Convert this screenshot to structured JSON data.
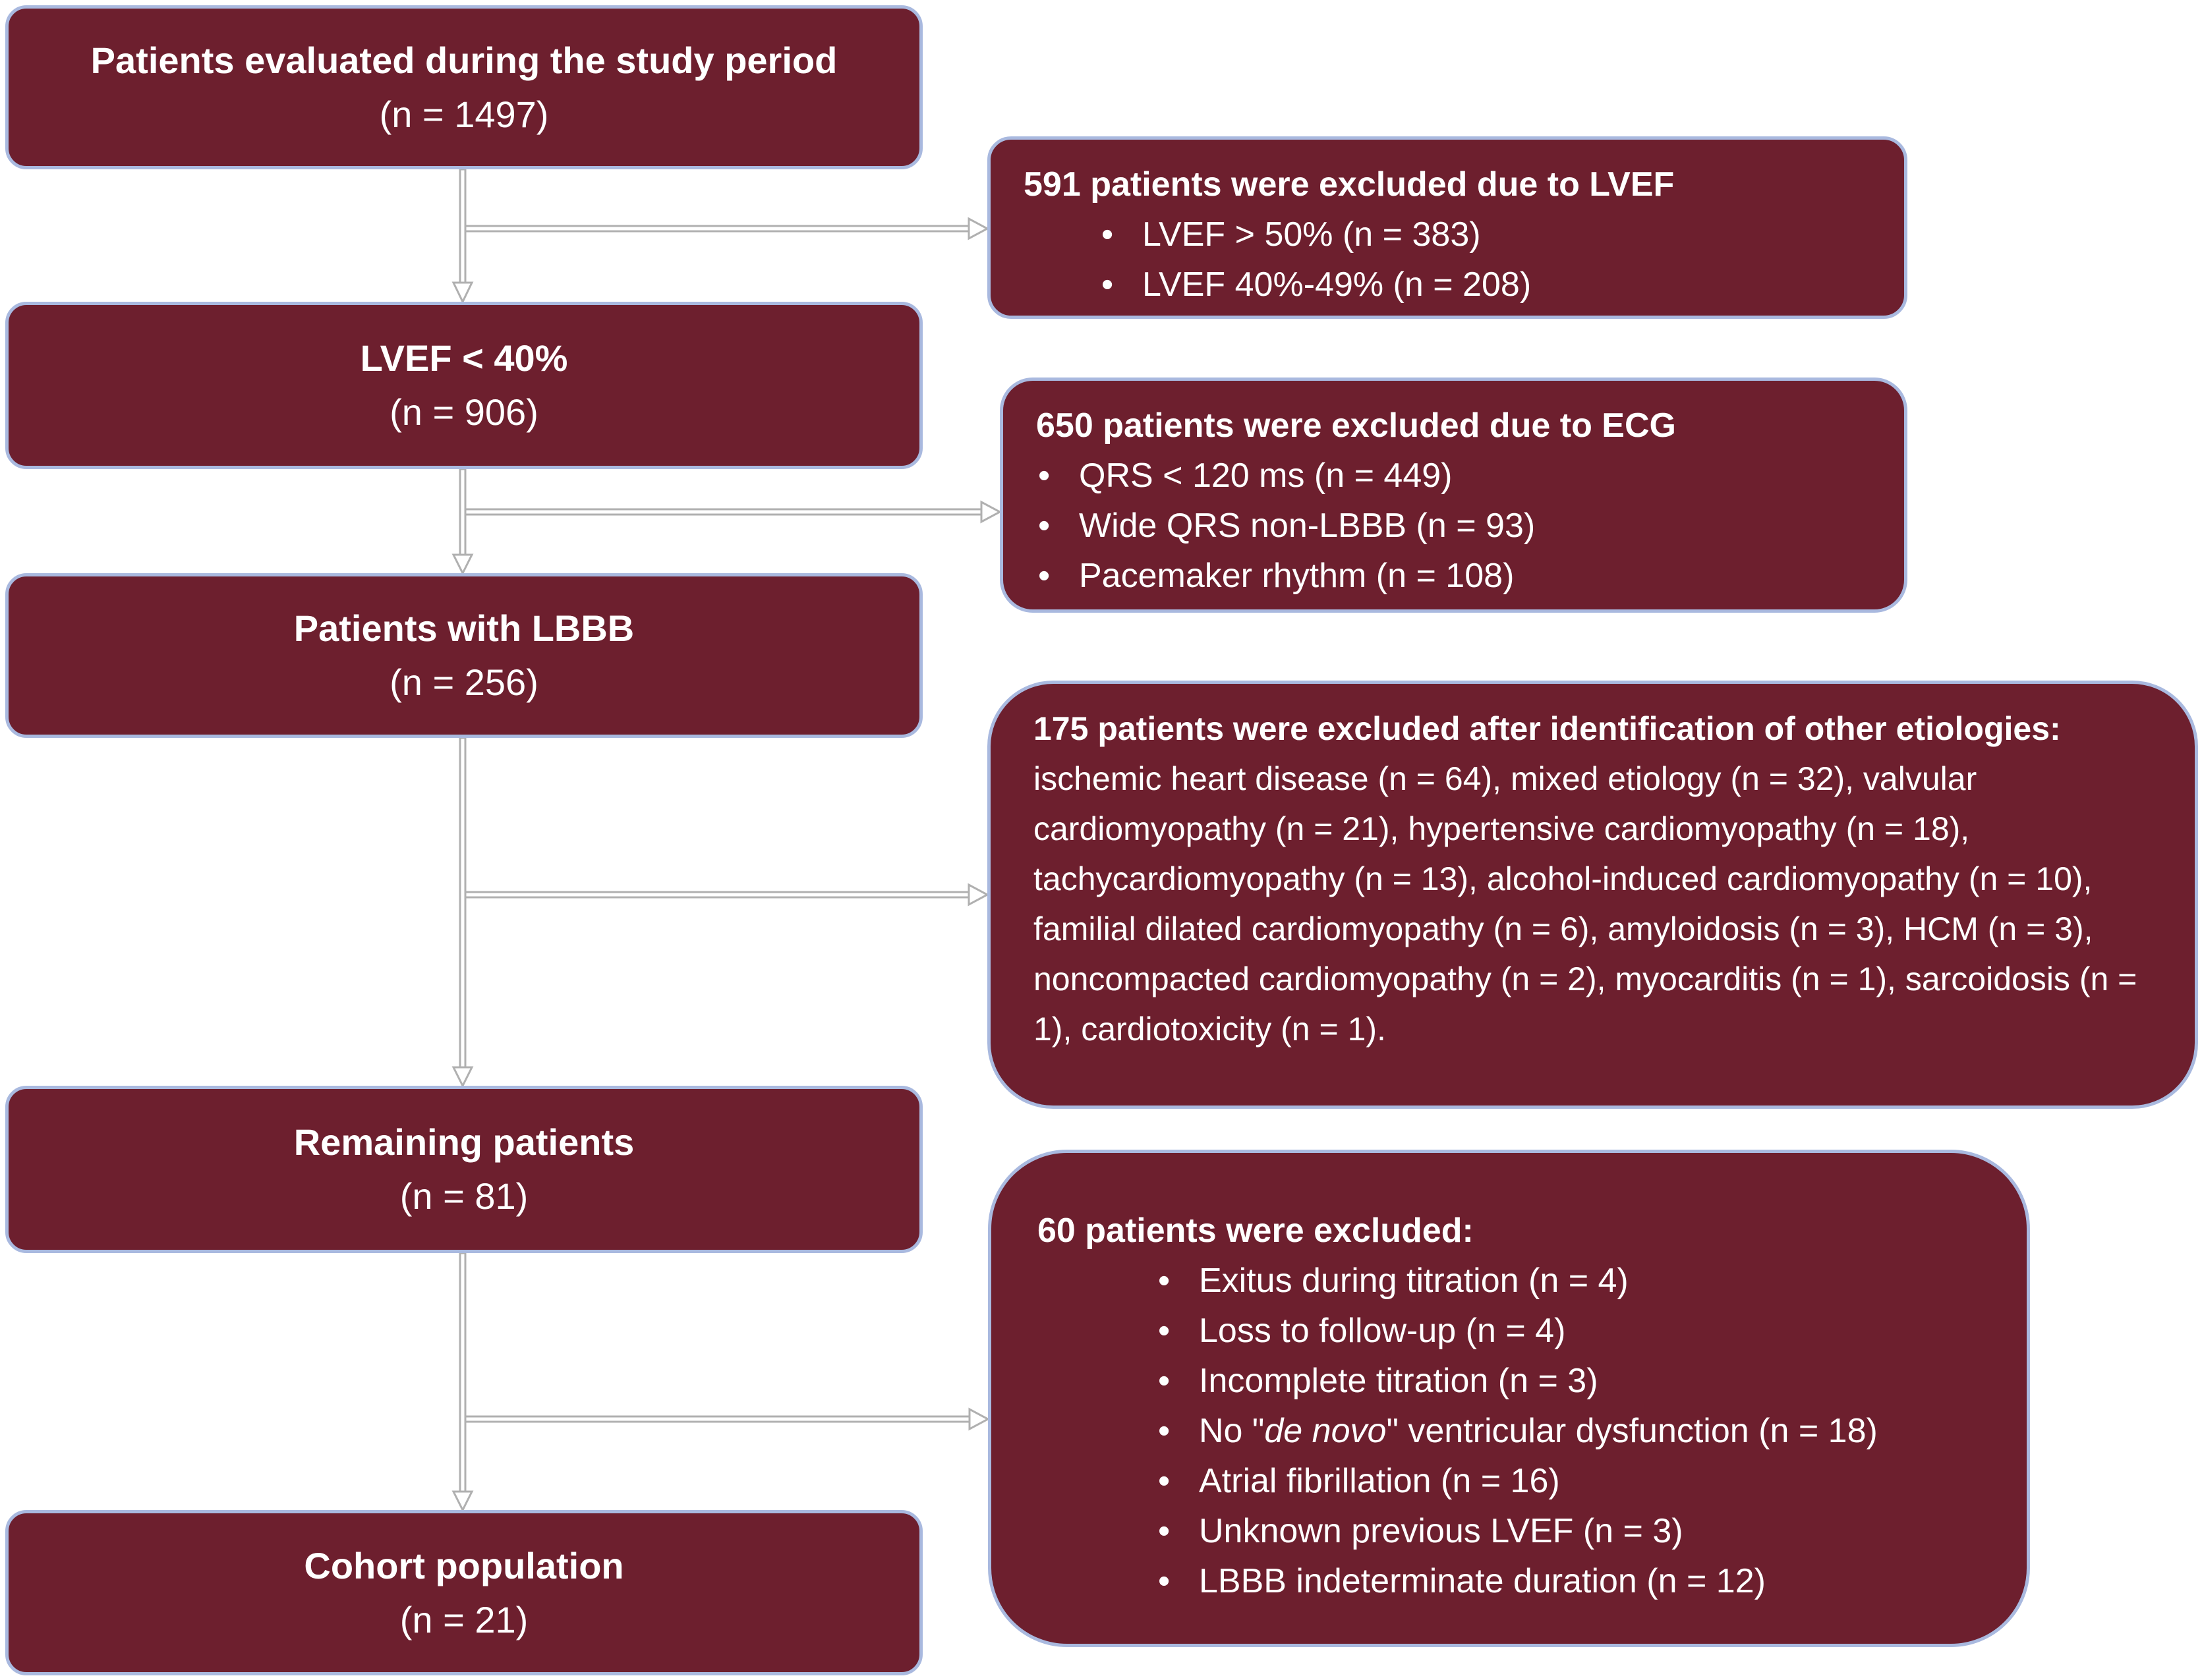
{
  "colors": {
    "box_fill": "#6d1f2e",
    "box_border": "#a9b9df",
    "connector": "#b0b0b0",
    "text": "#ffffff"
  },
  "flow": {
    "steps": [
      {
        "title": "Patients evaluated during the study period",
        "count": "(n = 1497)"
      },
      {
        "title": "LVEF < 40%",
        "count": "(n = 906)"
      },
      {
        "title": "Patients with LBBB",
        "count": "(n = 256)"
      },
      {
        "title": "Remaining patients",
        "count": "(n = 81)"
      },
      {
        "title": "Cohort population",
        "count": "(n = 21)"
      }
    ]
  },
  "exclusions": {
    "lvef": {
      "heading": "591 patients were excluded due to LVEF",
      "items": [
        "LVEF > 50% (n = 383)",
        "LVEF 40%-49% (n = 208)"
      ]
    },
    "ecg": {
      "heading": "650 patients were excluded due to ECG",
      "items": [
        "QRS < 120 ms (n = 449)",
        "Wide QRS non-LBBB (n = 93)",
        "Pacemaker rhythm (n = 108)"
      ]
    },
    "etiologies": {
      "heading": "175 patients were excluded after identification of other etiologies:",
      "body": " ischemic heart disease (n = 64), mixed etiology (n = 32), valvular cardiomyopathy (n = 21), hypertensive cardiomyopathy (n = 18), tachycardiomyopathy (n = 13), alcohol-induced cardiomyopathy (n = 10), familial dilated cardiomyopathy (n = 6), amyloidosis (n = 3), HCM (n = 3), noncompacted cardiomyopathy (n = 2), myocarditis (n = 1), sarcoidosis (n = 1), cardiotoxicity (n = 1)."
    },
    "final": {
      "heading": "60 patients were excluded:",
      "items": [
        {
          "pre": "Exitus during titration (n = 4)"
        },
        {
          "pre": "Loss to follow-up (n = 4)"
        },
        {
          "pre": "Incomplete titration (n = 3)"
        },
        {
          "pre": "No \"",
          "italic": "de novo",
          "post": "\" ventricular dysfunction (n = 18)"
        },
        {
          "pre": "Atrial fibrillation (n = 16)"
        },
        {
          "pre": "Unknown previous LVEF (n = 3)"
        },
        {
          "pre": "LBBB indeterminate duration (n = 12)"
        }
      ]
    },
    "bullet_glyph": "•"
  }
}
